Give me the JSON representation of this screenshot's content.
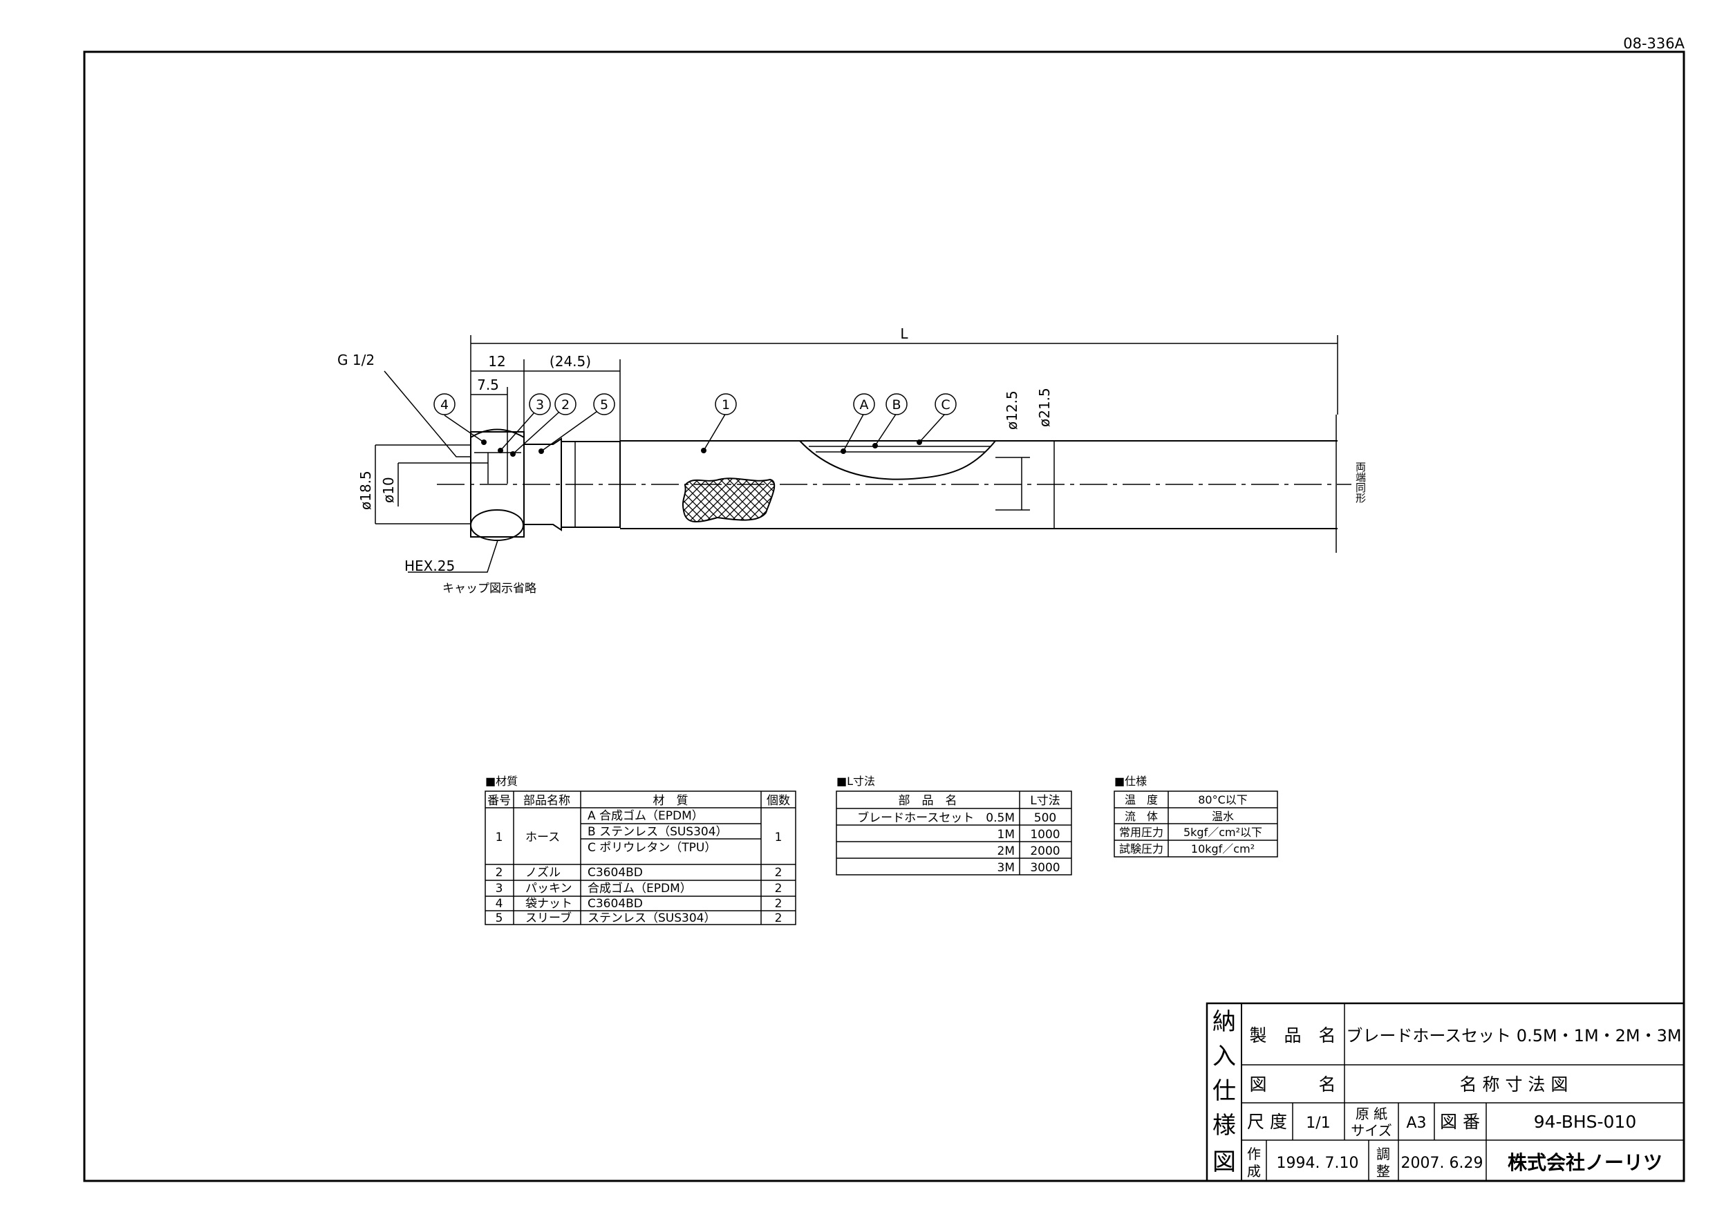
{
  "doc_number": "08-336A",
  "drawing": {
    "dim_L": "L",
    "dim_12": "12",
    "dim_24_5": "(24.5)",
    "dim_7_5": "7.5",
    "thread": "G 1/2",
    "dia_18_5": "ø18.5",
    "dia_10": "ø10",
    "dia_12_5": "ø12.5",
    "dia_21_5": "ø21.5",
    "hex": "HEX.25",
    "cap_note": "キャップ図示省略",
    "symmetric_note": "両端同形",
    "balloons": [
      "4",
      "3",
      "2",
      "5",
      "1",
      "A",
      "B",
      "C"
    ]
  },
  "materials": {
    "title": "■材質",
    "headers": [
      "番号",
      "部品名称",
      "材　質",
      "個数"
    ],
    "rows": [
      {
        "no": "1",
        "name": "ホース",
        "materials": [
          "A  合成ゴム（EPDM）",
          "B  ステンレス（SUS304）",
          "C  ポリウレタン（TPU）"
        ],
        "qty": "1"
      },
      {
        "no": "2",
        "name": "ノズル",
        "materials": [
          "C3604BD"
        ],
        "qty": "2"
      },
      {
        "no": "3",
        "name": "パッキン",
        "materials": [
          "合成ゴム（EPDM）"
        ],
        "qty": "2"
      },
      {
        "no": "4",
        "name": "袋ナット",
        "materials": [
          "C3604BD"
        ],
        "qty": "2"
      },
      {
        "no": "5",
        "name": "スリーブ",
        "materials": [
          "ステンレス（SUS304）"
        ],
        "qty": "2"
      }
    ]
  },
  "l_dims": {
    "title": "■L寸法",
    "headers": [
      "部　品　名",
      "L寸法"
    ],
    "rows": [
      {
        "name": "ブレードホースセット　0.5M",
        "l": "500"
      },
      {
        "name": "1M",
        "l": "1000"
      },
      {
        "name": "2M",
        "l": "2000"
      },
      {
        "name": "3M",
        "l": "3000"
      }
    ]
  },
  "specs": {
    "title": "■仕様",
    "rows": [
      {
        "label": "温　度",
        "value": "80°C以下"
      },
      {
        "label": "流　体",
        "value": "温水"
      },
      {
        "label": "常用圧力",
        "value": "5kgf／cm²以下"
      },
      {
        "label": "試験圧力",
        "value": "10kgf／cm²"
      }
    ]
  },
  "title_block": {
    "side_label": [
      "納",
      "入",
      "仕",
      "様",
      "図"
    ],
    "product_label": "製　品　名",
    "product_name": "ブレードホースセット 0.5M・1M・2M・3M",
    "drawing_label": "図　　　名",
    "drawing_name": "名 称 寸 法 図",
    "scale_label": "尺 度",
    "scale": "1/1",
    "paper_label_1": "原 紙",
    "paper_label_2": "サイズ",
    "paper": "A3",
    "number_label": "図 番",
    "number": "94-BHS-010",
    "made_label_1": "作",
    "made_label_2": "成",
    "made_date": "1994. 7.10",
    "adj_label_1": "調",
    "adj_label_2": "整",
    "adj_date": "2007. 6.29",
    "company": "株式会社ノーリツ"
  }
}
